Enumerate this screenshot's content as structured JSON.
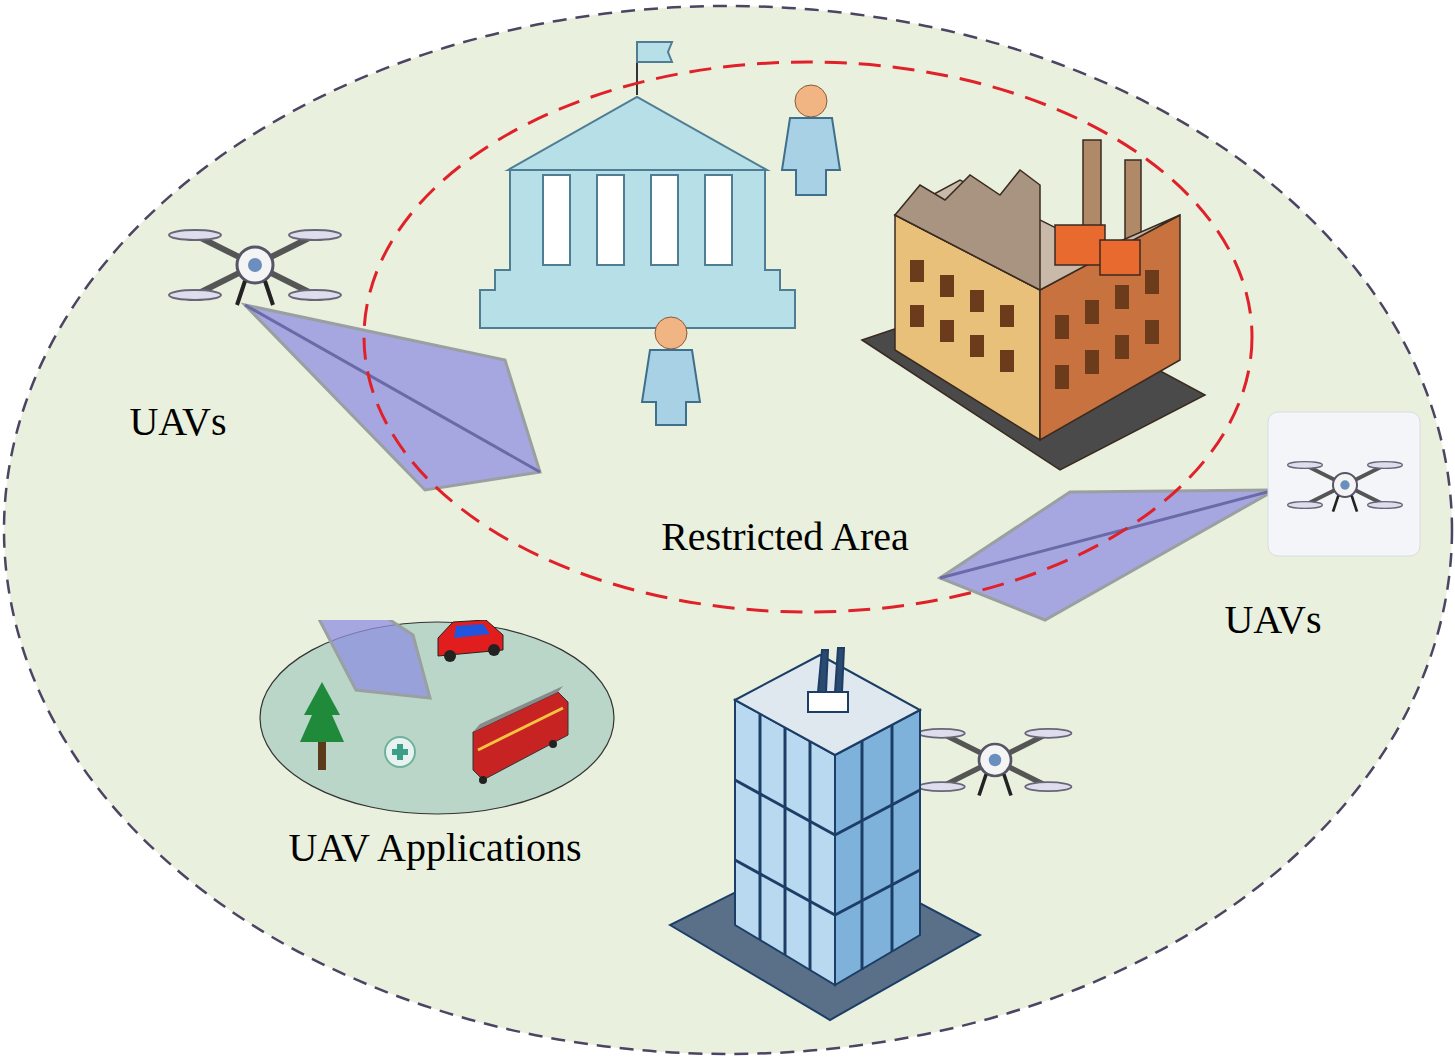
{
  "diagram": {
    "nodes": [
      {
        "text": [
          "Restricted Area"
        ]
      },
      {
        "text": [
          "UAV Applications"
        ]
      }
    ],
    "labels": [
      "UAVs",
      "UAVs"
    ]
  }
}
